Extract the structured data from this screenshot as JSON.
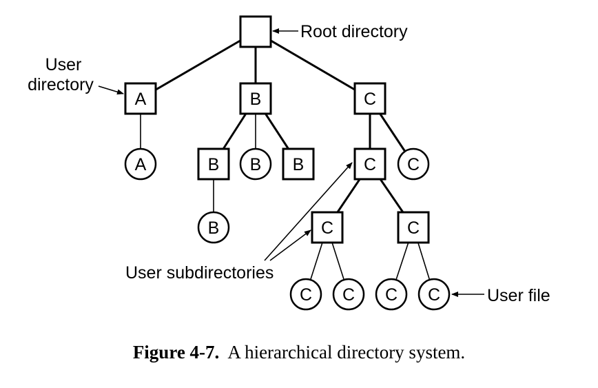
{
  "nodes": [
    {
      "id": "root",
      "label": "",
      "shape": "box"
    },
    {
      "id": "A",
      "label": "A",
      "shape": "box"
    },
    {
      "id": "B",
      "label": "B",
      "shape": "box"
    },
    {
      "id": "C",
      "label": "C",
      "shape": "box"
    },
    {
      "id": "A_f",
      "label": "A",
      "shape": "circle"
    },
    {
      "id": "B_d1",
      "label": "B",
      "shape": "box"
    },
    {
      "id": "B_f1",
      "label": "B",
      "shape": "circle"
    },
    {
      "id": "B_d2",
      "label": "B",
      "shape": "box"
    },
    {
      "id": "B_f2",
      "label": "B",
      "shape": "circle"
    },
    {
      "id": "C_d1",
      "label": "C",
      "shape": "box"
    },
    {
      "id": "C_f1",
      "label": "C",
      "shape": "circle"
    },
    {
      "id": "C_d2",
      "label": "C",
      "shape": "box"
    },
    {
      "id": "C_d3",
      "label": "C",
      "shape": "box"
    },
    {
      "id": "C_f2",
      "label": "C",
      "shape": "circle"
    },
    {
      "id": "C_f3",
      "label": "C",
      "shape": "circle"
    },
    {
      "id": "C_f4",
      "label": "C",
      "shape": "circle"
    },
    {
      "id": "C_f5",
      "label": "C",
      "shape": "circle"
    }
  ],
  "edges": [
    [
      "root",
      "A"
    ],
    [
      "root",
      "B"
    ],
    [
      "root",
      "C"
    ],
    [
      "A",
      "A_f"
    ],
    [
      "B",
      "B_d1"
    ],
    [
      "B",
      "B_f1"
    ],
    [
      "B",
      "B_d2"
    ],
    [
      "B_d1",
      "B_f2"
    ],
    [
      "C",
      "C_d1"
    ],
    [
      "C",
      "C_f1"
    ],
    [
      "C_d1",
      "C_d2"
    ],
    [
      "C_d1",
      "C_d3"
    ],
    [
      "C_d2",
      "C_f2"
    ],
    [
      "C_d2",
      "C_f3"
    ],
    [
      "C_d3",
      "C_f4"
    ],
    [
      "C_d3",
      "C_f5"
    ]
  ],
  "annotations": {
    "root": "Root directory",
    "user_dir_line1": "User",
    "user_dir_line2": "directory",
    "user_subdirs": "User subdirectories",
    "user_file": "User file"
  },
  "caption": {
    "number": "Figure 4-7.",
    "text": "A hierarchical directory system."
  }
}
